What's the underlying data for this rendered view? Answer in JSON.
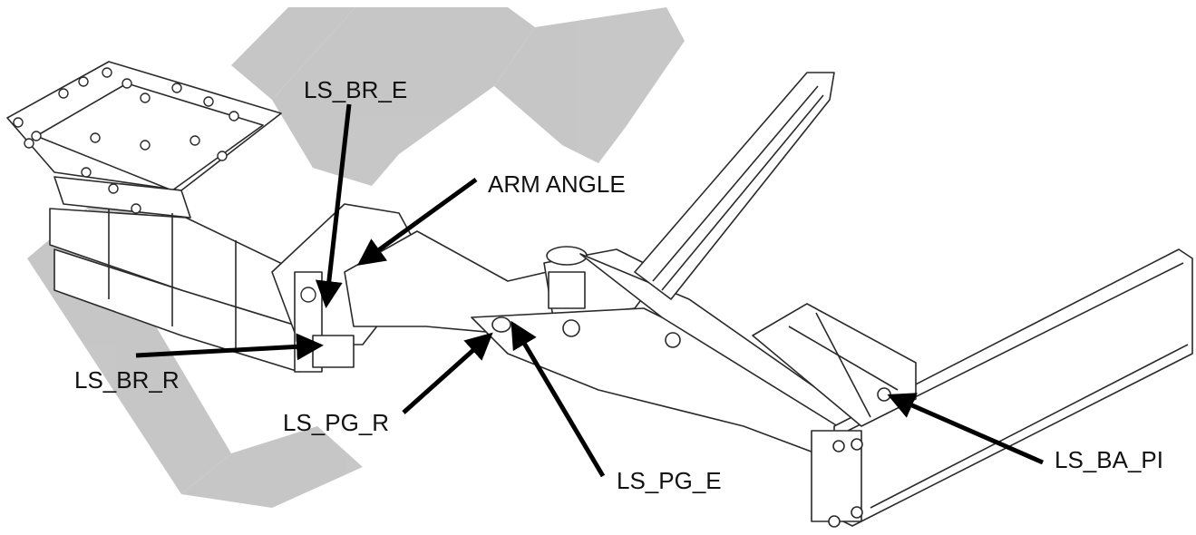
{
  "diagram": {
    "labels": {
      "ls_br_e": "LS_BR_E",
      "arm_angle": "ARM ANGLE",
      "ls_br_r": "LS_BR_R",
      "ls_pg_r": "LS_PG_R",
      "ls_pg_e": "LS_PG_E",
      "ls_ba_pi": "LS_BA_PI"
    },
    "colors": {
      "watermark": "#c4c4c4",
      "line": "#2a2a2a",
      "arrow": "#000000",
      "text": "#111111"
    }
  }
}
